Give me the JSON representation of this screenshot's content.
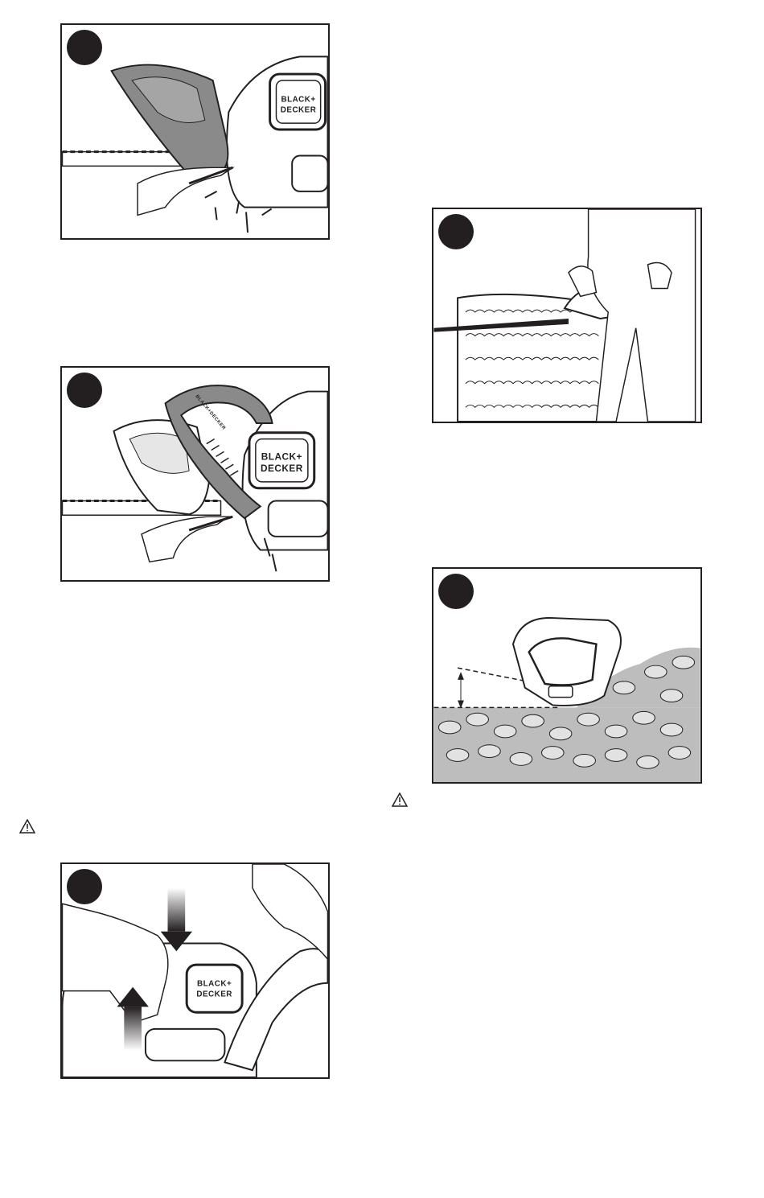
{
  "figures": [
    {
      "id": "fig-1",
      "brand_lines": [
        "BLACK+",
        "DECKER"
      ]
    },
    {
      "id": "fig-2",
      "brand_lines": [
        "BLACK+",
        "DECKER"
      ],
      "handle_label": "BLACK+DECKER"
    },
    {
      "id": "fig-3",
      "brand_lines": [
        "BLACK+",
        "DECKER"
      ]
    },
    {
      "id": "fig-4"
    },
    {
      "id": "fig-5"
    }
  ],
  "icons": {
    "warning": "warning-triangle-icon"
  },
  "colors": {
    "ink": "#231f20",
    "guard_gray": "#8a8a8a",
    "light_gray": "#d0d0d0"
  }
}
